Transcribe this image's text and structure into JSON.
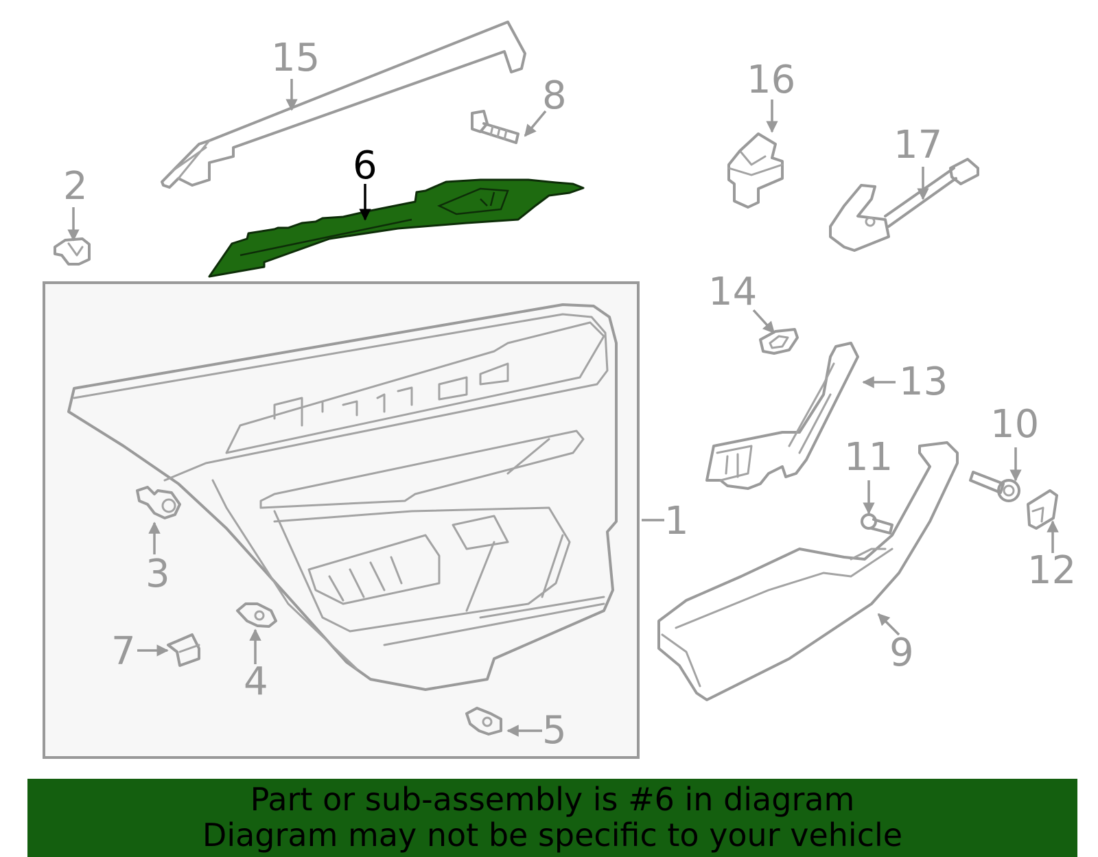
{
  "diagram": {
    "highlight_color": "#1e6b10",
    "highlighted_part": "6",
    "callouts": {
      "c1": "1",
      "c2": "2",
      "c3": "3",
      "c4": "4",
      "c5": "5",
      "c6": "6",
      "c7": "7",
      "c8": "8",
      "c9": "9",
      "c10": "10",
      "c11": "11",
      "c12": "12",
      "c13": "13",
      "c14": "14",
      "c15": "15",
      "c16": "16",
      "c17": "17"
    }
  },
  "banner": {
    "background": "#145f0f",
    "line1": "Part or sub-assembly is #6 in diagram",
    "line2": "Diagram may not be specific to your vehicle"
  }
}
